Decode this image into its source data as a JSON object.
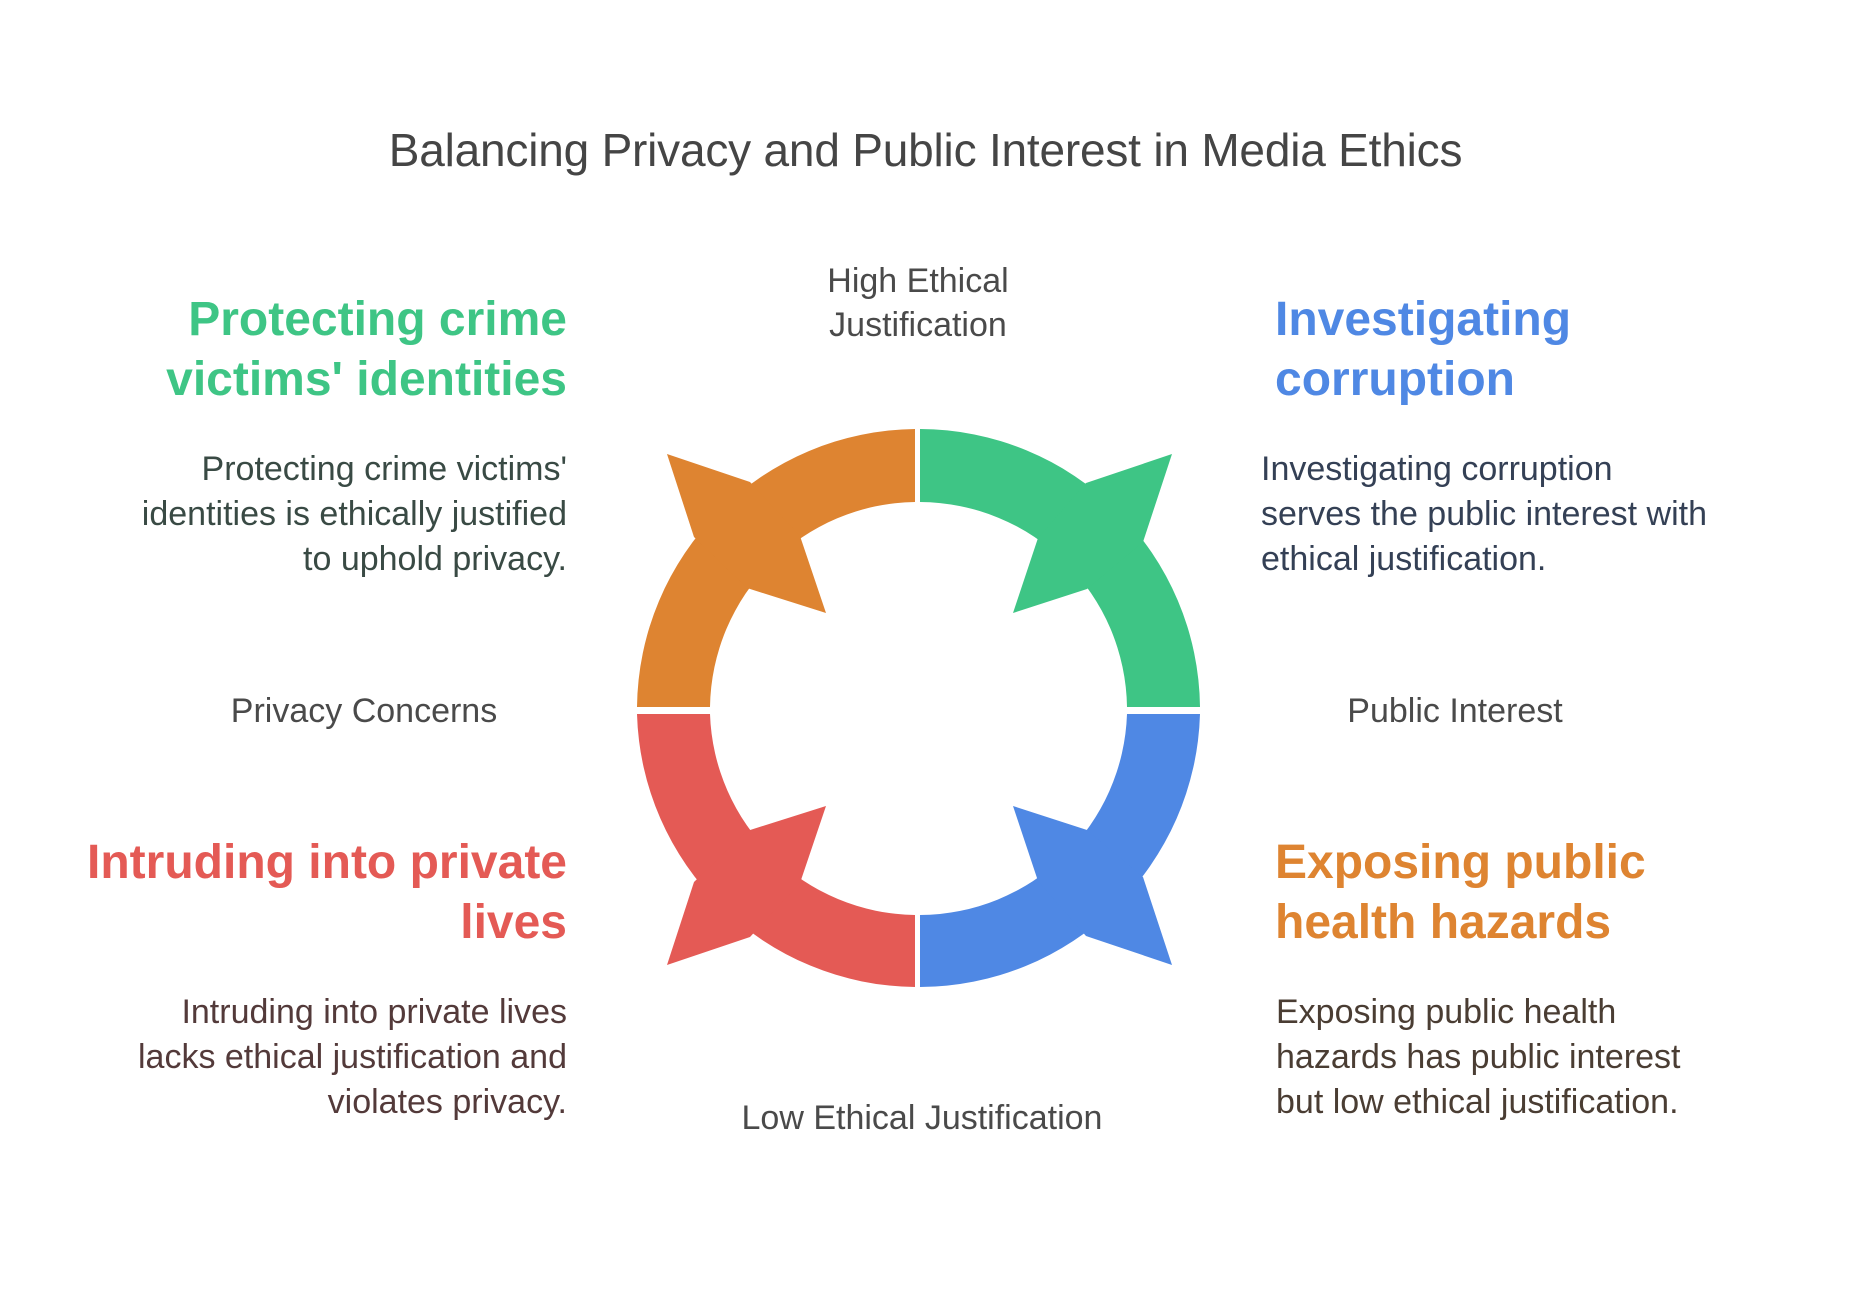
{
  "title": "Balancing Privacy and Public Interest in Media Ethics",
  "axes": {
    "top": [
      "High Ethical",
      "Justification"
    ],
    "bottom": "Low Ethical Justification",
    "left": "Privacy Concerns",
    "right": "Public Interest"
  },
  "colors": {
    "green": "#3ec585",
    "blue": "#4f88e4",
    "red": "#e45a55",
    "orange": "#de8431",
    "axis_text": "#4a4a4a",
    "title_text": "#454545"
  },
  "quadrants": {
    "top_left": {
      "heading": [
        "Protecting crime",
        "victims' identities"
      ],
      "body": [
        "Protecting crime victims'",
        "identities is ethically justified",
        "to uphold privacy."
      ],
      "heading_color": "#3ec585",
      "segment_color": "#de8431"
    },
    "top_right": {
      "heading": [
        "Investigating",
        "corruption"
      ],
      "body": [
        "Investigating corruption",
        "serves the public interest with",
        "ethical justification."
      ],
      "heading_color": "#4f88e4",
      "segment_color": "#3ec585"
    },
    "bottom_left": {
      "heading": [
        "Intruding into private",
        "lives"
      ],
      "body": [
        "Intruding into private lives",
        "lacks ethical justification and",
        "violates privacy."
      ],
      "heading_color": "#e45a55",
      "segment_color": "#e45a55"
    },
    "bottom_right": {
      "heading": [
        "Exposing public",
        "health hazards"
      ],
      "body": [
        "Exposing public health",
        "hazards has public interest",
        "but low ethical justification."
      ],
      "heading_color": "#de8431",
      "segment_color": "#4f88e4"
    }
  }
}
